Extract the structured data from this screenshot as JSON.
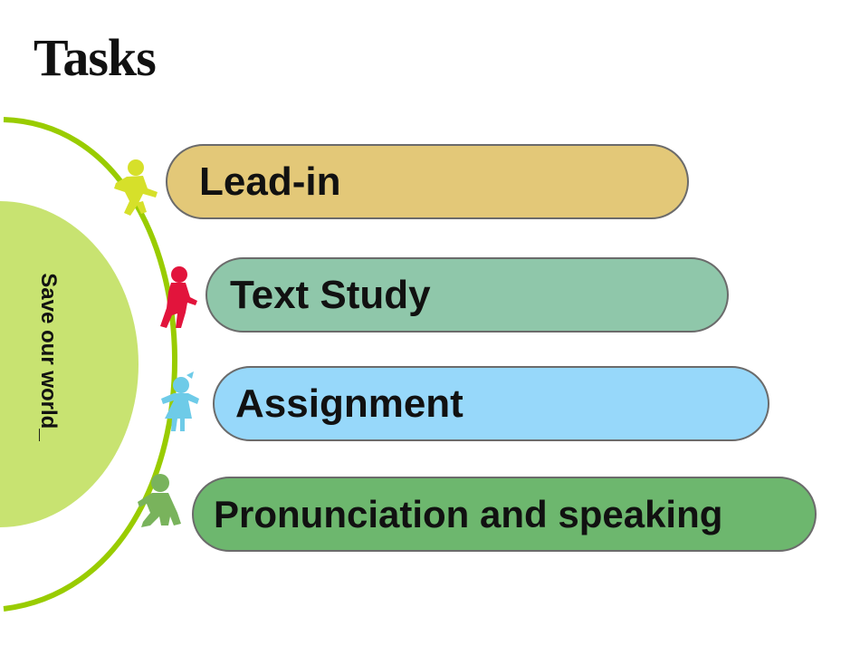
{
  "title": "Tasks",
  "side_label": "Save our world_",
  "tasks": [
    {
      "label": "Lead-in",
      "color": "#e3c878"
    },
    {
      "label": "Text Study",
      "color": "#8fc7aa"
    },
    {
      "label": "Assignment",
      "color": "#97d8fa"
    },
    {
      "label": "Pronunciation and speaking",
      "color": "#6db76e"
    }
  ],
  "colors": {
    "arc": "#99cc00",
    "half_circle": "#c8e371",
    "figure_yellow": "#d6e02a",
    "figure_red": "#e2143c",
    "figure_blue": "#6ecbe8",
    "figure_green": "#79b35c"
  }
}
